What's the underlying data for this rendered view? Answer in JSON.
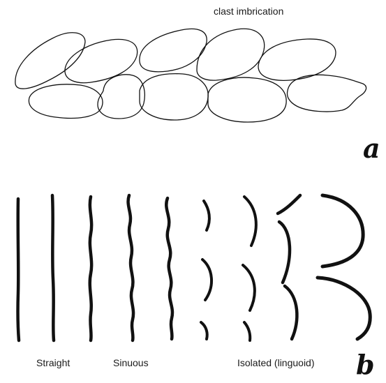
{
  "panel_a": {
    "title": "clast imbrication",
    "letter": "a"
  },
  "panel_b": {
    "letter": "b",
    "labels": {
      "straight": "Straight",
      "sinuous": "Sinuous",
      "isolated": "Isolated (linguoid)"
    }
  },
  "colors": {
    "ink": "#111111",
    "background": "#ffffff"
  }
}
